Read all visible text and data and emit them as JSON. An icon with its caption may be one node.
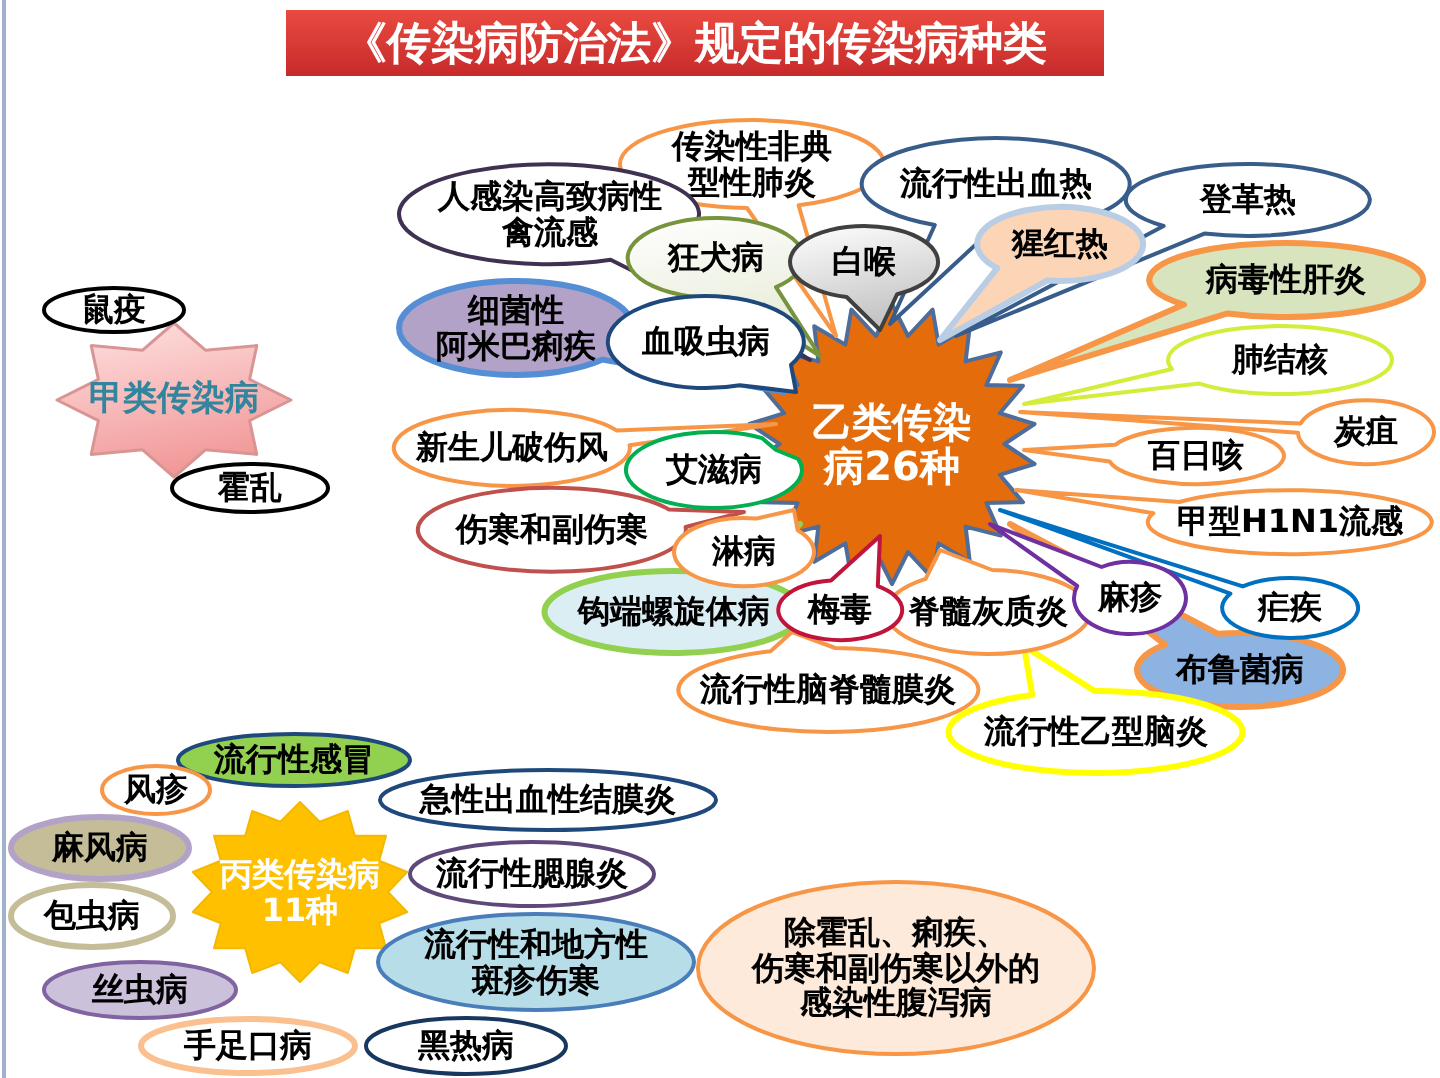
{
  "diagram": {
    "title": "《传染病防治法》规定的传染病种类",
    "nodes": [
      {
        "text": [
          "甲类传染病"
        ]
      },
      {
        "text": [
          "鼠疫"
        ]
      },
      {
        "text": [
          "霍乱"
        ]
      },
      {
        "text": [
          "乙类传染病26种"
        ]
      },
      {
        "text": [
          "人感染高致病性禽流感"
        ]
      },
      {
        "text": [
          "传染性非典型性肺炎"
        ]
      },
      {
        "text": [
          "流行性出血热"
        ]
      },
      {
        "text": [
          "登革热"
        ]
      },
      {
        "text": [
          "狂犬病"
        ]
      },
      {
        "text": [
          "白喉"
        ]
      },
      {
        "text": [
          "猩红热"
        ]
      },
      {
        "text": [
          "细菌性阿米巴痢疾"
        ]
      },
      {
        "text": [
          "血吸虫病"
        ]
      },
      {
        "text": [
          "病毒性肝炎"
        ]
      },
      {
        "text": [
          "肺结核"
        ]
      },
      {
        "text": [
          "新生儿破伤风"
        ]
      },
      {
        "text": [
          "艾滋病"
        ]
      },
      {
        "text": [
          "百日咳"
        ]
      },
      {
        "text": [
          "炭疽"
        ]
      },
      {
        "text": [
          "伤寒和副伤寒"
        ]
      },
      {
        "text": [
          "淋病"
        ]
      },
      {
        "text": [
          "甲型H1N1流感"
        ]
      },
      {
        "text": [
          "钩端螺旋体病"
        ]
      },
      {
        "text": [
          "梅毒"
        ]
      },
      {
        "text": [
          "脊髓灰质炎"
        ]
      },
      {
        "text": [
          "麻疹"
        ]
      },
      {
        "text": [
          "疟疾"
        ]
      },
      {
        "text": [
          "布鲁菌病"
        ]
      },
      {
        "text": [
          "流行性脑脊髓膜炎"
        ]
      },
      {
        "text": [
          "流行性乙型脑炎"
        ]
      },
      {
        "text": [
          "丙类传染病11种"
        ]
      },
      {
        "text": [
          "流行性感冒"
        ]
      },
      {
        "text": [
          "风疹"
        ]
      },
      {
        "text": [
          "急性出血性结膜炎"
        ]
      },
      {
        "text": [
          "麻风病"
        ]
      },
      {
        "text": [
          "流行性腮腺炎"
        ]
      },
      {
        "text": [
          "包虫病"
        ]
      },
      {
        "text": [
          "流行性和地方性斑疹伤寒"
        ]
      },
      {
        "text": [
          "丝虫病"
        ]
      },
      {
        "text": [
          "手足口病"
        ]
      },
      {
        "text": [
          "黑热病"
        ]
      },
      {
        "text": [
          "除霍乱、痢疾、伤寒和副伤寒以外的感染性腹泻病"
        ]
      }
    ]
  }
}
